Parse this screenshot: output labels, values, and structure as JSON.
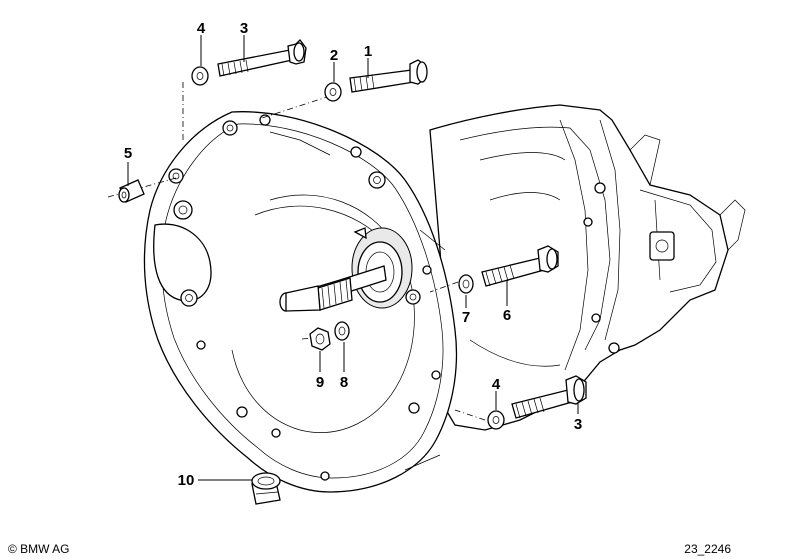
{
  "callouts": {
    "c1": "1",
    "c2": "2",
    "c3a": "3",
    "c3b": "3",
    "c4a": "4",
    "c4b": "4",
    "c5": "5",
    "c6": "6",
    "c7": "7",
    "c8": "8",
    "c9": "9",
    "c10": "10"
  },
  "footer": {
    "copyright": "© BMW AG",
    "drawing_no": "23_2246"
  }
}
